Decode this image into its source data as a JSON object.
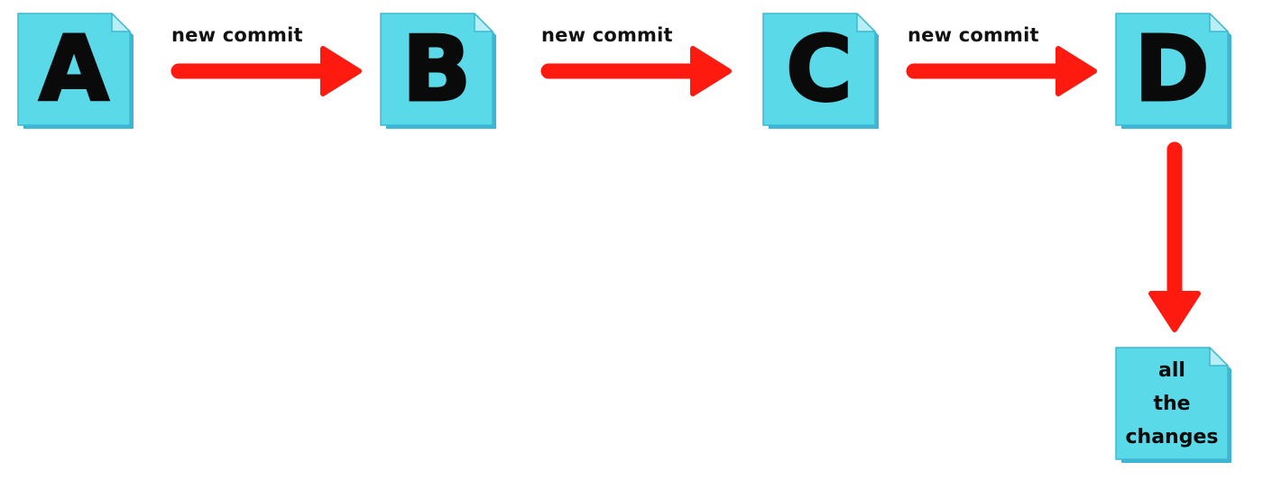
{
  "colors": {
    "note_fill": "#5ad9e8",
    "note_shadow": "#3db6d6",
    "note_fold": "#b8eef5",
    "note_border": "#3fb7d0",
    "arrow": "#ff1a10",
    "text": "#0a0a0a"
  },
  "nodes": [
    {
      "id": "A",
      "label": "A"
    },
    {
      "id": "B",
      "label": "B"
    },
    {
      "id": "C",
      "label": "C"
    },
    {
      "id": "D",
      "label": "D"
    }
  ],
  "edges": [
    {
      "from": "A",
      "to": "B",
      "label": "new commit"
    },
    {
      "from": "B",
      "to": "C",
      "label": "new commit"
    },
    {
      "from": "C",
      "to": "D",
      "label": "new commit"
    },
    {
      "from": "D",
      "to": "changes",
      "label": ""
    }
  ],
  "changes_note": {
    "text": "all\nthe\nchanges"
  }
}
